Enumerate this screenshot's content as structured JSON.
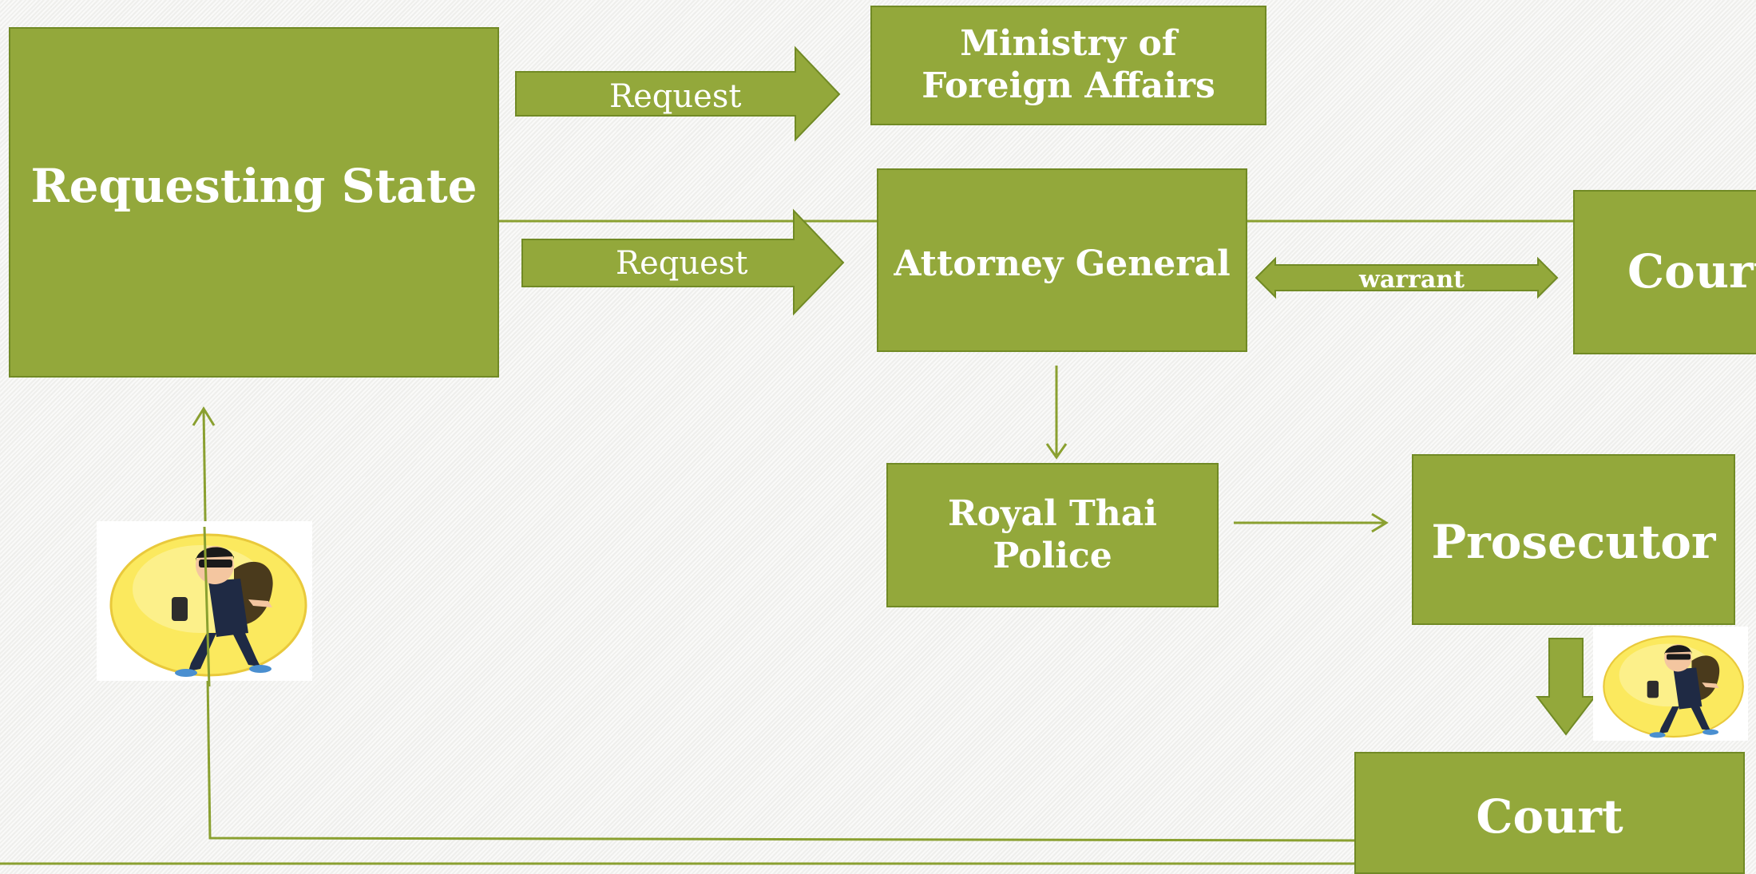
{
  "nodes": {
    "requesting_state": "Requesting State",
    "ministry_foreign_affairs": "Ministry of  Foreign Affairs",
    "attorney_general": "Attorney General",
    "court_top": "Court",
    "royal_thai_police": "Royal Thai Police",
    "prosecutor": "Prosecutor",
    "court_bottom": "Court"
  },
  "edges": {
    "request_to_ministry": "Request",
    "request_to_attorney": "Request",
    "warrant": "warrant"
  },
  "colors": {
    "box_fill": "#93a83b",
    "box_border": "#718a25",
    "line": "#8aa030",
    "text": "#ffffff"
  },
  "icons": [
    "thief-icon",
    "thief-icon"
  ]
}
